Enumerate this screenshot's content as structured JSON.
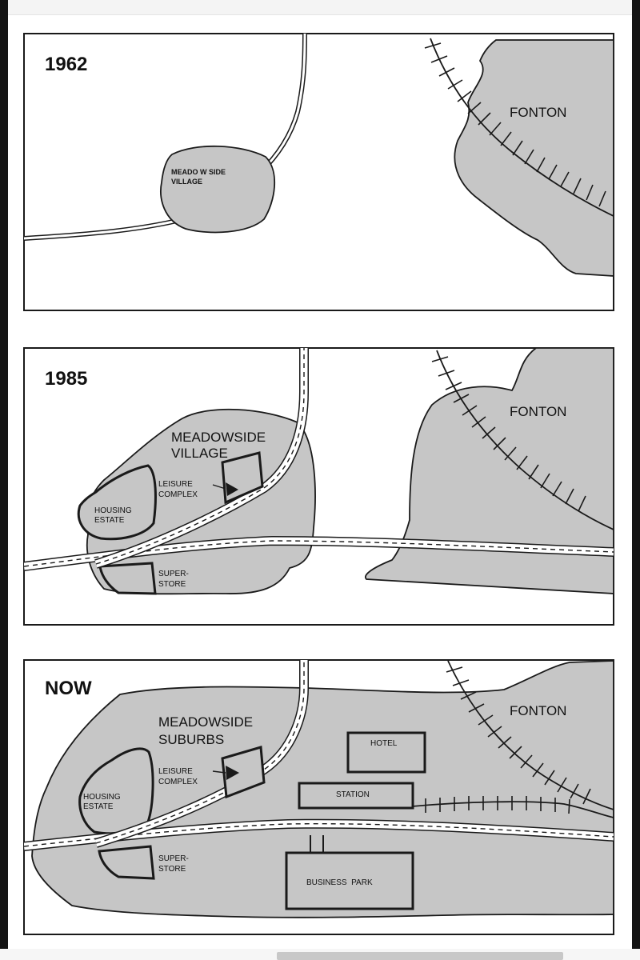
{
  "colors": {
    "land": "#c6c6c6",
    "outline": "#1a1a1a",
    "background": "#ffffff"
  },
  "maps": [
    {
      "year": "1962",
      "labels": {
        "town": "FONTON",
        "village_line1": "MEADO W SIDE",
        "village_line2": "VILLAGE"
      }
    },
    {
      "year": "1985",
      "labels": {
        "town": "FONTON",
        "village_line1": "MEADOWSIDE",
        "village_line2": "VILLAGE",
        "leisure_line1": "LEISURE",
        "leisure_line2": "COMPLEX",
        "housing_line1": "HOUSING",
        "housing_line2": "ESTATE",
        "store_line1": "SUPER-",
        "store_line2": "STORE"
      }
    },
    {
      "year": "NOW",
      "labels": {
        "town": "FONTON",
        "suburb_line1": "MEADOWSIDE",
        "suburb_line2": "SUBURBS",
        "leisure_line1": "LEISURE",
        "leisure_line2": "COMPLEX",
        "housing_line1": "HOUSING",
        "housing_line2": "ESTATE",
        "store_line1": "SUPER-",
        "store_line2": "STORE",
        "hotel": "HOTEL",
        "station": "STATION",
        "business_park": "BUSINESS  PARK"
      }
    }
  ]
}
